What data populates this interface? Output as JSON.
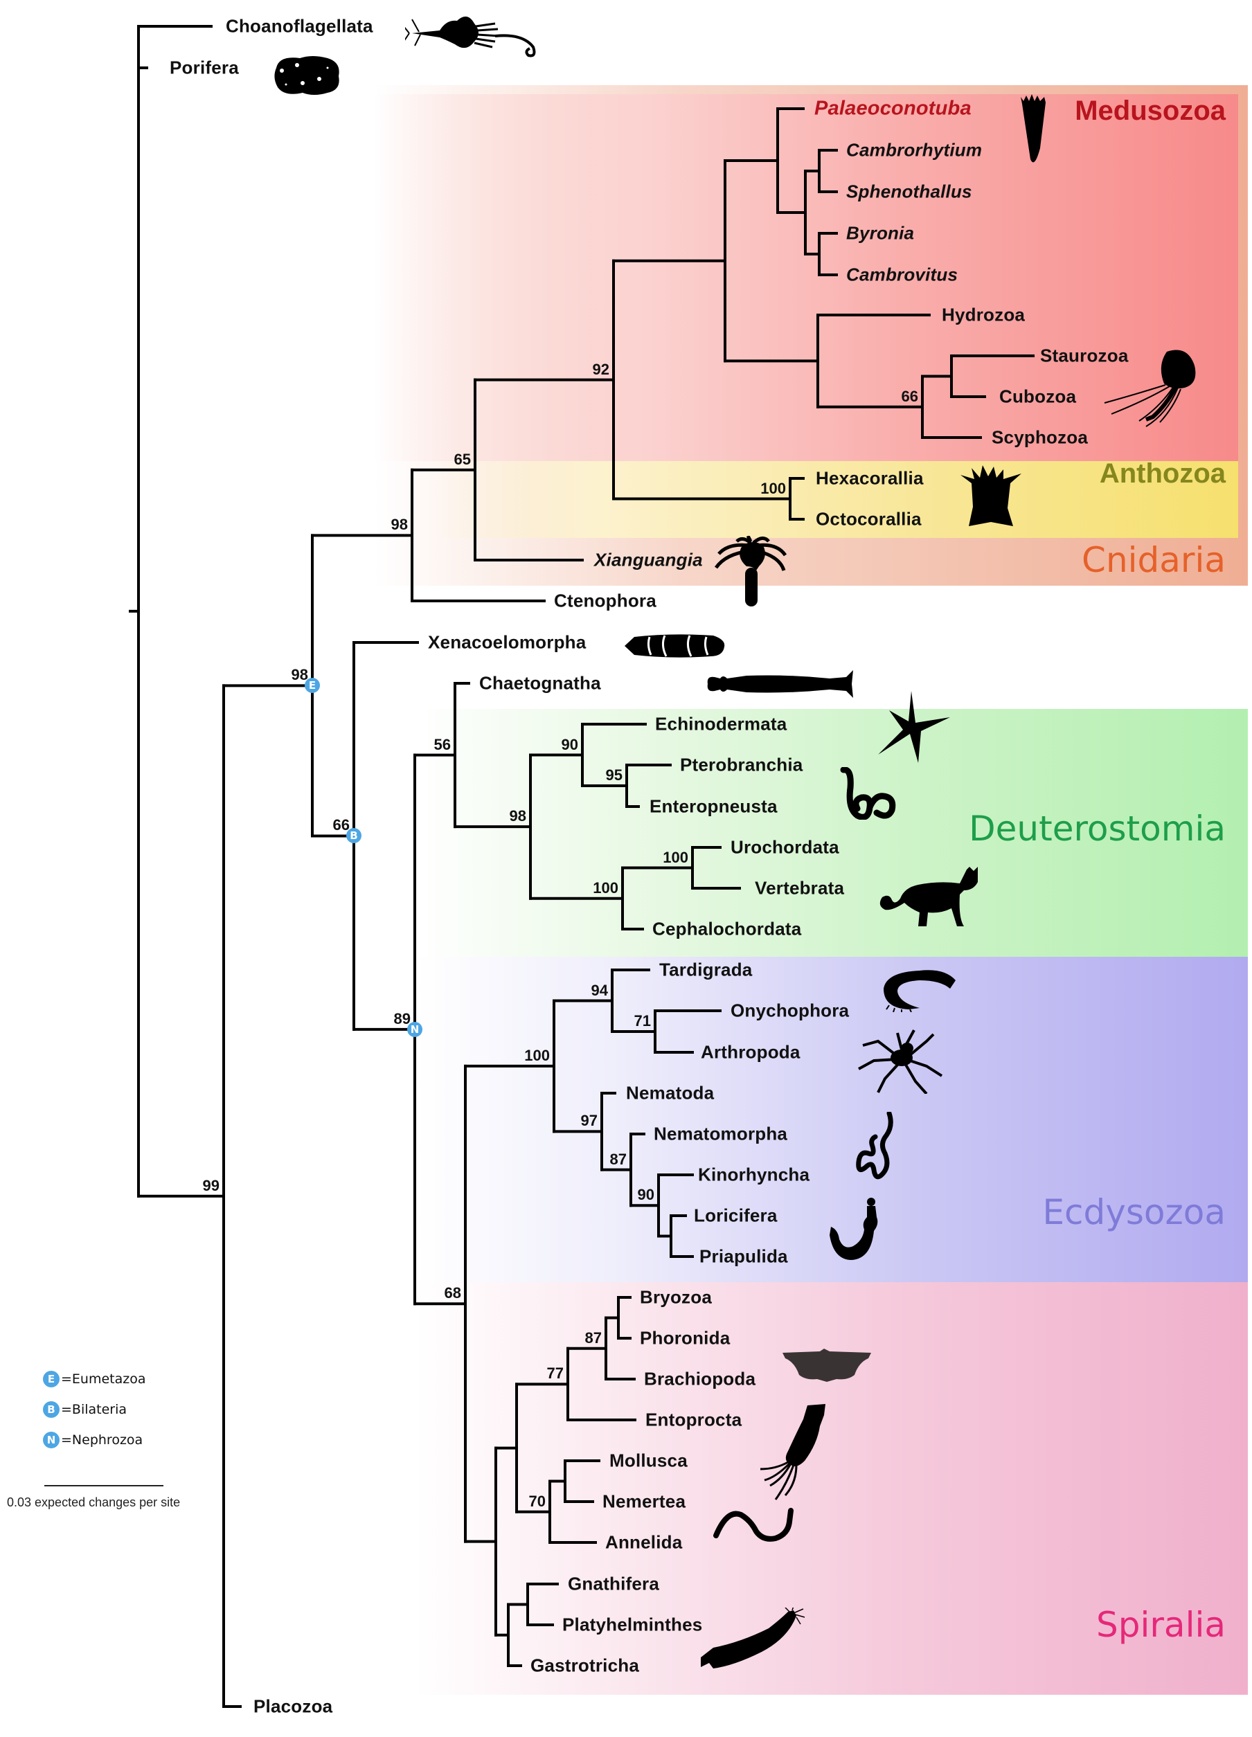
{
  "figure": {
    "type": "phylogenetic_tree",
    "title": ""
  },
  "taxa": [
    {
      "id": "choanoflagellata",
      "label": "Choanoflagellata",
      "italic": false,
      "highlight": false
    },
    {
      "id": "porifera",
      "label": "Porifera",
      "italic": false,
      "highlight": false
    },
    {
      "id": "palaeoconotuba",
      "label": "Palaeoconotuba",
      "italic": true,
      "highlight": true
    },
    {
      "id": "cambrorhytium",
      "label": "Cambrorhytium",
      "italic": true,
      "highlight": false
    },
    {
      "id": "sphenothallus",
      "label": "Sphenothallus",
      "italic": true,
      "highlight": false
    },
    {
      "id": "byronia",
      "label": "Byronia",
      "italic": true,
      "highlight": false
    },
    {
      "id": "cambrovitus",
      "label": "Cambrovitus",
      "italic": true,
      "highlight": false
    },
    {
      "id": "hydrozoa",
      "label": "Hydrozoa",
      "italic": false,
      "highlight": false
    },
    {
      "id": "staurozoa",
      "label": "Staurozoa",
      "italic": false,
      "highlight": false
    },
    {
      "id": "cubozoa",
      "label": "Cubozoa",
      "italic": false,
      "highlight": false
    },
    {
      "id": "scyphozoa",
      "label": "Scyphozoa",
      "italic": false,
      "highlight": false
    },
    {
      "id": "hexacorallia",
      "label": "Hexacorallia",
      "italic": false,
      "highlight": false
    },
    {
      "id": "octocorallia",
      "label": "Octocorallia",
      "italic": false,
      "highlight": false
    },
    {
      "id": "xianguangia",
      "label": "Xianguangia",
      "italic": true,
      "highlight": false
    },
    {
      "id": "ctenophora",
      "label": "Ctenophora",
      "italic": false,
      "highlight": false
    },
    {
      "id": "xenacoelomorpha",
      "label": "Xenacoelomorpha",
      "italic": false,
      "highlight": false
    },
    {
      "id": "chaetognatha",
      "label": "Chaetognatha",
      "italic": false,
      "highlight": false
    },
    {
      "id": "echinodermata",
      "label": "Echinodermata",
      "italic": false,
      "highlight": false
    },
    {
      "id": "pterobranchia",
      "label": "Pterobranchia",
      "italic": false,
      "highlight": false
    },
    {
      "id": "enteropneusta",
      "label": "Enteropneusta",
      "italic": false,
      "highlight": false
    },
    {
      "id": "urochordata",
      "label": "Urochordata",
      "italic": false,
      "highlight": false
    },
    {
      "id": "vertebrata",
      "label": "Vertebrata",
      "italic": false,
      "highlight": false
    },
    {
      "id": "cephalochordata",
      "label": "Cephalochordata",
      "italic": false,
      "highlight": false
    },
    {
      "id": "tardigrada",
      "label": "Tardigrada",
      "italic": false,
      "highlight": false
    },
    {
      "id": "onychophora",
      "label": "Onychophora",
      "italic": false,
      "highlight": false
    },
    {
      "id": "arthropoda",
      "label": "Arthropoda",
      "italic": false,
      "highlight": false
    },
    {
      "id": "nematoda",
      "label": "Nematoda",
      "italic": false,
      "highlight": false
    },
    {
      "id": "nematomorpha",
      "label": "Nematomorpha",
      "italic": false,
      "highlight": false
    },
    {
      "id": "kinorhyncha",
      "label": "Kinorhyncha",
      "italic": false,
      "highlight": false
    },
    {
      "id": "loricifera",
      "label": "Loricifera",
      "italic": false,
      "highlight": false
    },
    {
      "id": "priapulida",
      "label": "Priapulida",
      "italic": false,
      "highlight": false
    },
    {
      "id": "bryozoa",
      "label": "Bryozoa",
      "italic": false,
      "highlight": false
    },
    {
      "id": "phoronida",
      "label": "Phoronida",
      "italic": false,
      "highlight": false
    },
    {
      "id": "brachiopoda",
      "label": "Brachiopoda",
      "italic": false,
      "highlight": false
    },
    {
      "id": "entoprocta",
      "label": "Entoprocta",
      "italic": false,
      "highlight": false
    },
    {
      "id": "mollusca",
      "label": "Mollusca",
      "italic": false,
      "highlight": false
    },
    {
      "id": "nemertea",
      "label": "Nemertea",
      "italic": false,
      "highlight": false
    },
    {
      "id": "annelida",
      "label": "Annelida",
      "italic": false,
      "highlight": false
    },
    {
      "id": "gnathifera",
      "label": "Gnathifera",
      "italic": false,
      "highlight": false
    },
    {
      "id": "platyhelminthes",
      "label": "Platyhelminthes",
      "italic": false,
      "highlight": false
    },
    {
      "id": "gastrotricha",
      "label": "Gastrotricha",
      "italic": false,
      "highlight": false
    },
    {
      "id": "placozoa",
      "label": "Placozoa",
      "italic": false,
      "highlight": false
    }
  ],
  "support_values": [
    {
      "node": "n_metazoa_99",
      "value": "99"
    },
    {
      "node": "n_eumetazoa",
      "value": "98"
    },
    {
      "node": "n_cnid_cteno",
      "value": "98"
    },
    {
      "node": "n_cnidaria",
      "value": "65"
    },
    {
      "node": "n_medu_antho",
      "value": "92"
    },
    {
      "node": "n_stauro_cubo_scypho",
      "value": "66"
    },
    {
      "node": "n_anthozoa",
      "value": "100"
    },
    {
      "node": "n_bilateria",
      "value": "66"
    },
    {
      "node": "n_nephrozoa",
      "value": "89"
    },
    {
      "node": "n_chaeto_deut",
      "value": "56"
    },
    {
      "node": "n_deuterostomia",
      "value": "98"
    },
    {
      "node": "n_ambulacraria",
      "value": "90"
    },
    {
      "node": "n_hemichordata",
      "value": "95"
    },
    {
      "node": "n_chordata",
      "value": "100"
    },
    {
      "node": "n_olfactores",
      "value": "100"
    },
    {
      "node": "n_protostomia",
      "value": "68"
    },
    {
      "node": "n_ecdysozoa",
      "value": "100"
    },
    {
      "node": "n_panarthropoda",
      "value": "94"
    },
    {
      "node": "n_tactopoda",
      "value": "71"
    },
    {
      "node": "n_nematoida_scalid",
      "value": "97"
    },
    {
      "node": "n_nematomorpha_scalid",
      "value": "87"
    },
    {
      "node": "n_scalidophora",
      "value": "90"
    },
    {
      "node": "n_lophophorata_ento",
      "value": "77"
    },
    {
      "node": "n_lophophorata",
      "value": "87"
    },
    {
      "node": "n_moll_nem_ann",
      "value": "70"
    }
  ],
  "clade_markers": [
    {
      "node": "n_eumetazoa",
      "letter": "E",
      "meaning": "Eumetazoa"
    },
    {
      "node": "n_bilateria",
      "letter": "B",
      "meaning": "Bilateria"
    },
    {
      "node": "n_nephrozoa",
      "letter": "N",
      "meaning": "Nephrozoa"
    }
  ],
  "clade_bands": [
    {
      "id": "cnidaria",
      "label": "Cnidaria",
      "color": "#EFAE94",
      "label_color": "#E5612A"
    },
    {
      "id": "medusozoa",
      "label": "Medusozoa",
      "color": "#F78A8A",
      "label_color": "#B8141E"
    },
    {
      "id": "anthozoa",
      "label": "Anthozoa",
      "color": "#F6E06E",
      "label_color": "#85861E"
    },
    {
      "id": "deuterostomia",
      "label": "Deuterostomia",
      "color": "#B3EFB0",
      "label_color": "#1E9E4A"
    },
    {
      "id": "ecdysozoa",
      "label": "Ecdysozoa",
      "color": "#B1AAF0",
      "label_color": "#7F7BD8"
    },
    {
      "id": "spiralia",
      "label": "Spiralia",
      "color": "#F0B0CC",
      "label_color": "#E5287A"
    }
  ],
  "legend": {
    "items": [
      {
        "letter": "E",
        "text": "=Eumetazoa"
      },
      {
        "letter": "B",
        "text": "=Bilateria"
      },
      {
        "letter": "N",
        "text": "=Nephrozoa"
      }
    ],
    "scale_bar_label": "0.03 expected changes per site"
  },
  "silhouettes": [
    {
      "taxon": "choanoflagellata",
      "icon": "choanoflagellate-icon"
    },
    {
      "taxon": "porifera",
      "icon": "sponge-icon"
    },
    {
      "taxon": "palaeoconotuba",
      "icon": "conical-tube-polyp-icon"
    },
    {
      "taxon": "scyphozoa",
      "icon": "jellyfish-icon"
    },
    {
      "taxon": "anthozoa",
      "icon": "sea-anemone-icon"
    },
    {
      "taxon": "xianguangia",
      "icon": "xianguangia-polyp-icon"
    },
    {
      "taxon": "xenacoelomorpha",
      "icon": "acoel-worm-icon"
    },
    {
      "taxon": "chaetognatha",
      "icon": "arrow-worm-icon"
    },
    {
      "taxon": "echinodermata",
      "icon": "starfish-icon"
    },
    {
      "taxon": "enteropneusta",
      "icon": "acorn-worm-icon"
    },
    {
      "taxon": "vertebrata",
      "icon": "mammal-icon"
    },
    {
      "taxon": "onychophora",
      "icon": "velvet-worm-icon"
    },
    {
      "taxon": "arthropoda",
      "icon": "spider-icon"
    },
    {
      "taxon": "nematomorpha",
      "icon": "horsehair-worm-icon"
    },
    {
      "taxon": "priapulida",
      "icon": "priapulid-icon"
    },
    {
      "taxon": "brachiopoda",
      "icon": "brachiopod-shell-icon"
    },
    {
      "taxon": "entoprocta",
      "icon": "squid-icon"
    },
    {
      "taxon": "annelida",
      "icon": "annelid-worm-icon"
    },
    {
      "taxon": "platyhelminthes",
      "icon": "flatworm-icon"
    }
  ]
}
